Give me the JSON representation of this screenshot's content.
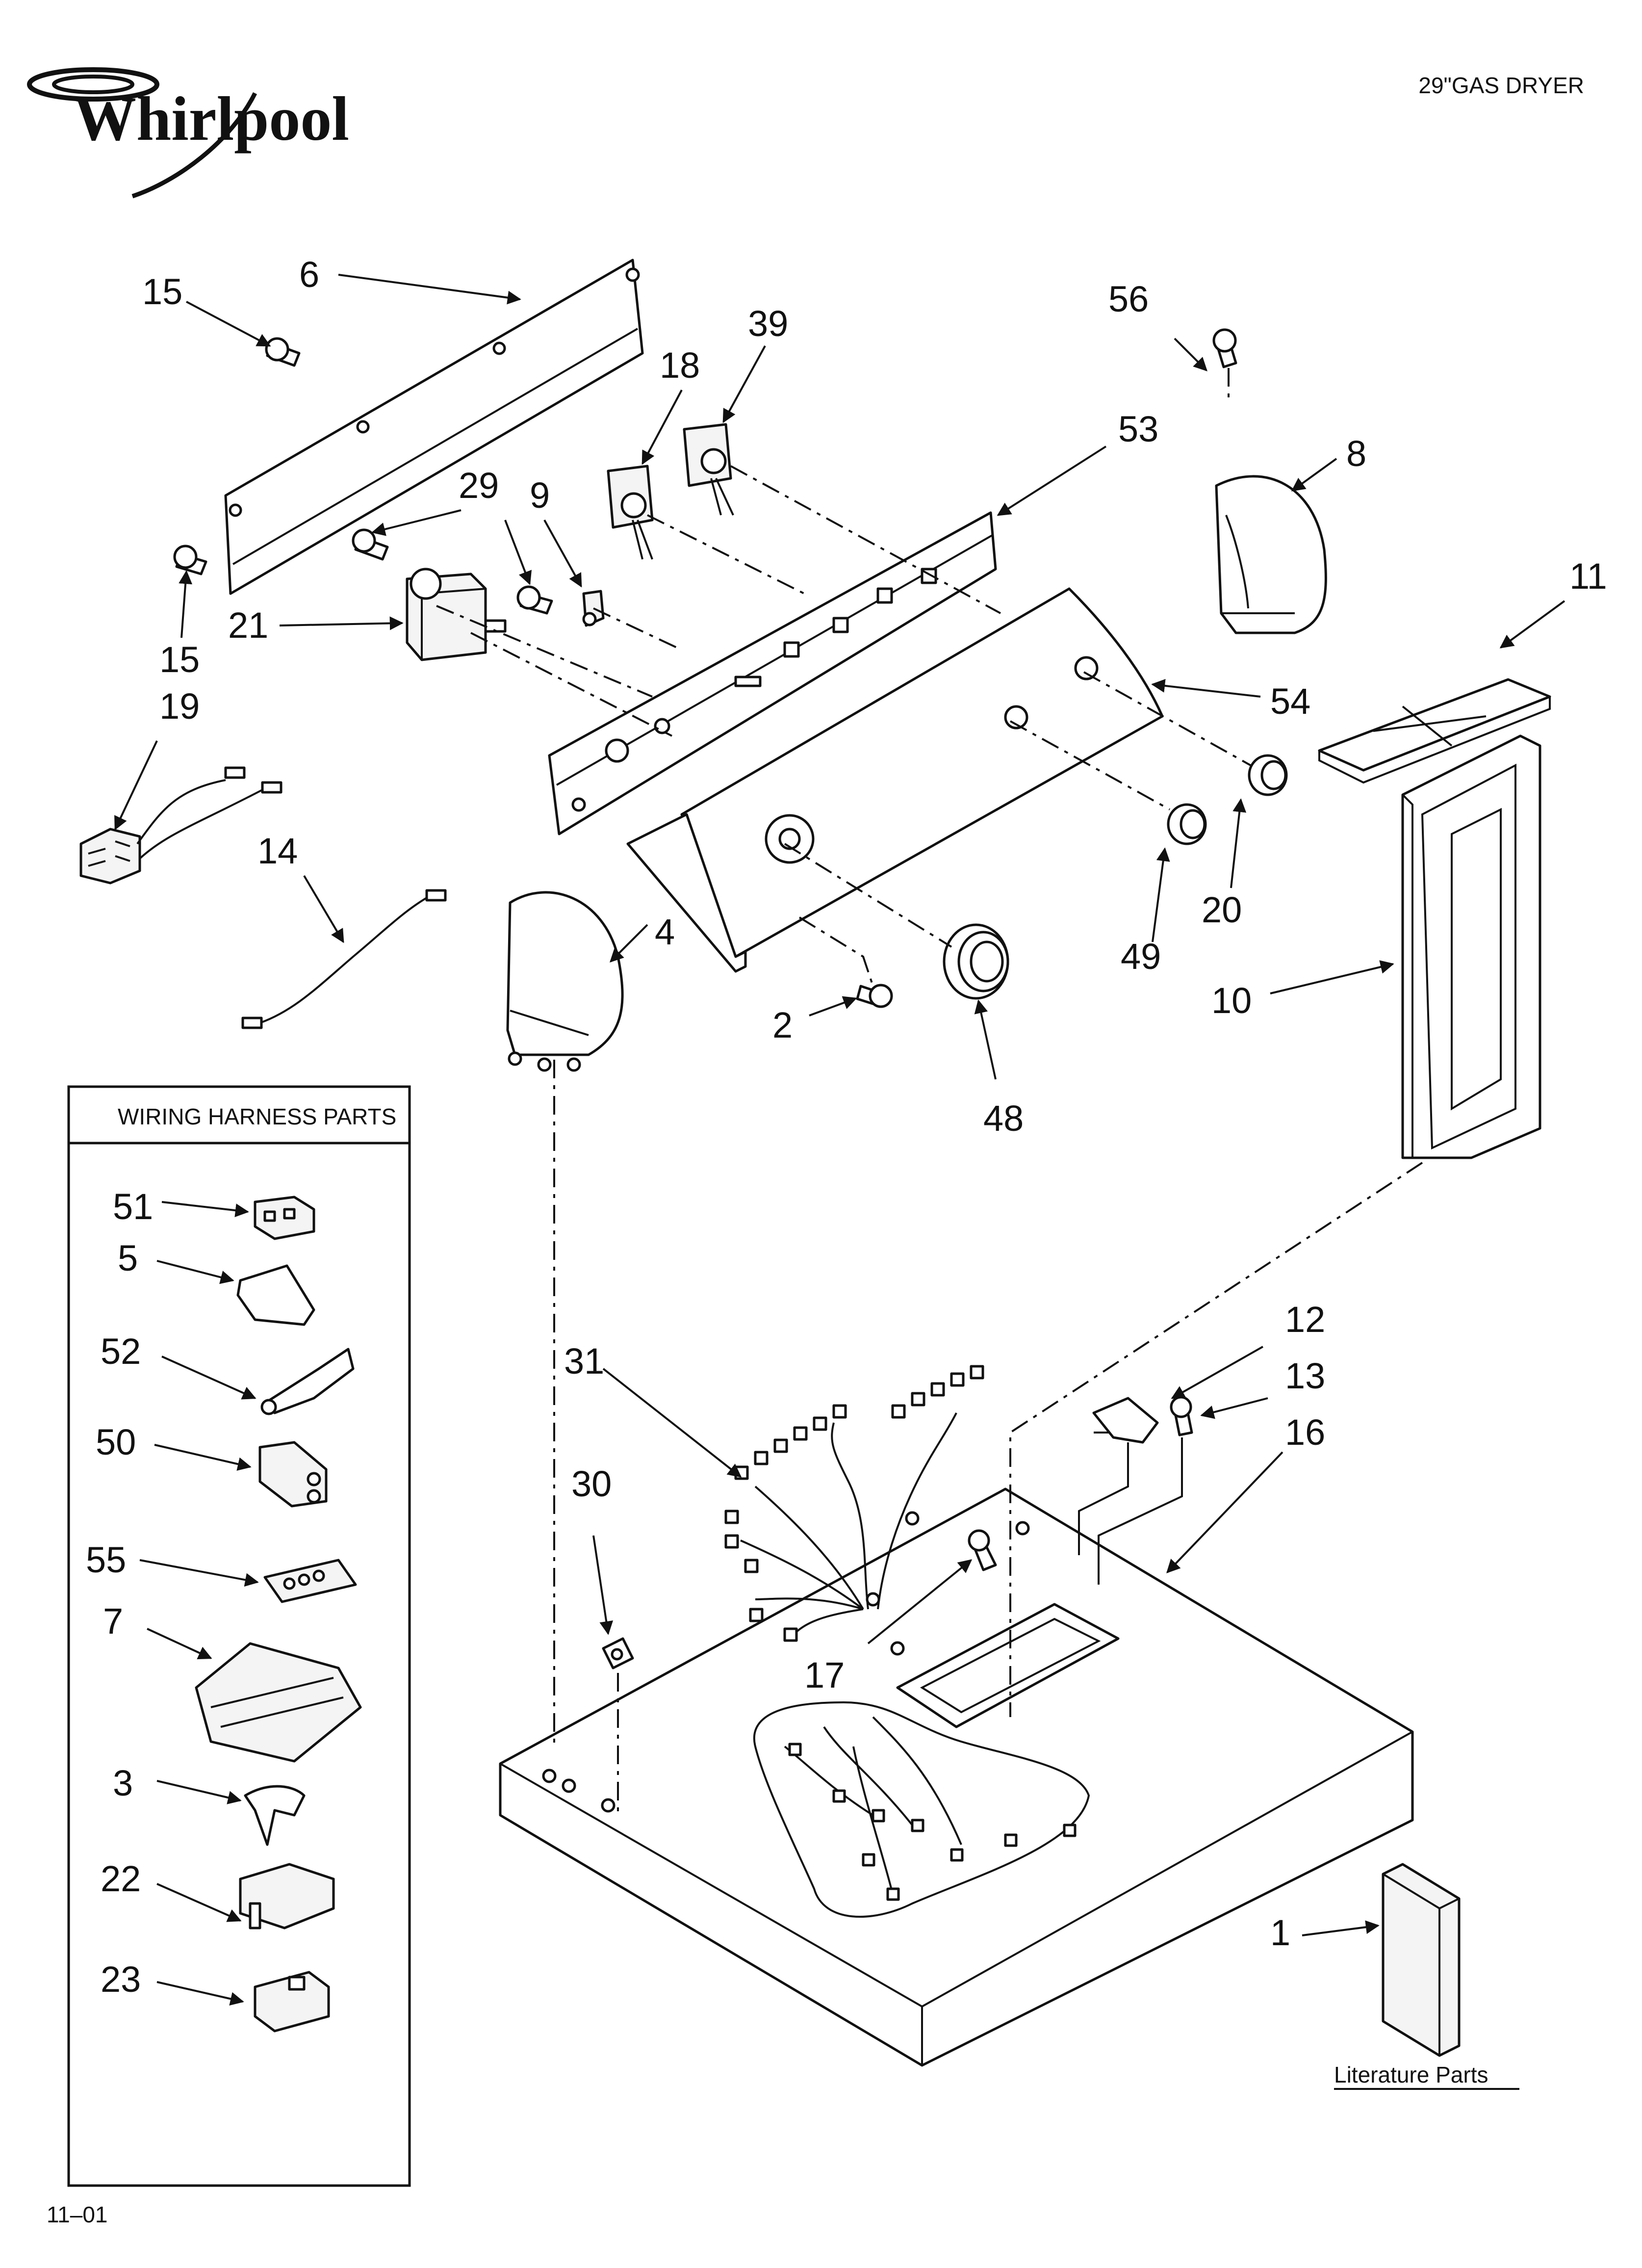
{
  "header": {
    "brand": "Whirlpool",
    "title": "29\"GAS DRYER"
  },
  "footer": {
    "code": "11–01"
  },
  "wiring_box": {
    "title": "WIRING HARNESS PARTS"
  },
  "literature": {
    "label": "Literature Parts"
  },
  "callouts": {
    "c15a": "15",
    "c6": "6",
    "c56": "56",
    "c39": "39",
    "c18": "18",
    "c53": "53",
    "c8": "8",
    "c29": "29",
    "c9": "9",
    "c11": "11",
    "c21": "21",
    "c15b": "15",
    "c54": "54",
    "c19": "19",
    "c20": "20",
    "c14": "14",
    "c4": "4",
    "c49": "49",
    "c10": "10",
    "c2": "2",
    "c48": "48",
    "c51": "51",
    "c5": "5",
    "c52": "52",
    "c50": "50",
    "c55": "55",
    "c7": "7",
    "c3": "3",
    "c22": "22",
    "c23": "23",
    "c31": "31",
    "c12": "12",
    "c13": "13",
    "c16": "16",
    "c30": "30",
    "c17": "17",
    "c1": "1"
  },
  "icons": {
    "logo": "whirlpool-swirl-logo"
  }
}
